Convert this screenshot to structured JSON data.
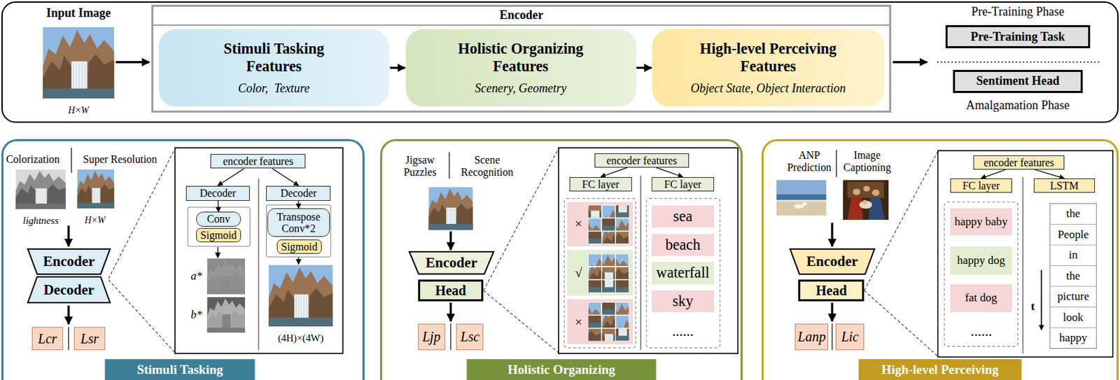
{
  "diagram": {
    "nodes": [
      {
        "text": [
          "Input Image",
          "H×W"
        ]
      },
      {
        "text": [
          "Encoder"
        ],
        "in": 0
      },
      {
        "text": [
          "Stimuli Tasking Features",
          "Color,  Texture"
        ],
        "in": 1
      },
      {
        "text": [
          "Holistic Organizing Features",
          "Scenery, Geometry"
        ],
        "in": 1
      },
      {
        "text": [
          "High-level Perceiving Features",
          "Object State, Object Interaction"
        ],
        "in": 1
      },
      {
        "text": [
          "Pre-Training Phase",
          "Pre-Training Task"
        ],
        "in": 0
      },
      {
        "text": [
          "Sentiment Head",
          "Amalgamation Phase"
        ],
        "in": 0
      },
      {
        "text": [
          "Stimuli Tasking"
        ]
      },
      {
        "text": [
          "Encoder"
        ],
        "in": 7
      },
      {
        "text": [
          "Decoder"
        ],
        "in": 7
      },
      {
        "text": [
          "Lcr"
        ],
        "in": 7
      },
      {
        "text": [
          "Lsr"
        ],
        "in": 7
      },
      {
        "text": [
          "encoder features"
        ],
        "in": 7
      },
      {
        "text": [
          "Decoder"
        ],
        "in": 7
      },
      {
        "text": [
          "Decoder"
        ],
        "in": 7
      },
      {
        "text": [
          "Conv"
        ],
        "in": 7
      },
      {
        "text": [
          "Sigmoid"
        ],
        "in": 7
      },
      {
        "text": [
          "Transpose Conv*2"
        ],
        "in": 7
      },
      {
        "text": [
          "Sigmoid"
        ],
        "in": 7
      },
      {
        "text": [
          "Holistic Organizing"
        ]
      },
      {
        "text": [
          "Encoder"
        ],
        "in": 19
      },
      {
        "text": [
          "Head"
        ],
        "in": 19
      },
      {
        "text": [
          "Ljp"
        ],
        "in": 19
      },
      {
        "text": [
          "Lsc"
        ],
        "in": 19
      },
      {
        "text": [
          "encoder features"
        ],
        "in": 19
      },
      {
        "text": [
          "FC layer"
        ],
        "in": 19
      },
      {
        "text": [
          "FC layer"
        ],
        "in": 19
      },
      {
        "text": [
          "sea"
        ],
        "in": 19
      },
      {
        "text": [
          "beach"
        ],
        "in": 19
      },
      {
        "text": [
          "waterfall"
        ],
        "in": 19
      },
      {
        "text": [
          "sky"
        ],
        "in": 19
      },
      {
        "text": [
          "High-level Perceiving"
        ]
      },
      {
        "text": [
          "Encoder"
        ],
        "in": 31
      },
      {
        "text": [
          "Head"
        ],
        "in": 31
      },
      {
        "text": [
          "Lanp"
        ],
        "in": 31
      },
      {
        "text": [
          "Lic"
        ],
        "in": 31
      },
      {
        "text": [
          "encoder features"
        ],
        "in": 31
      },
      {
        "text": [
          "FC layer"
        ],
        "in": 31
      },
      {
        "text": [
          "LSTM"
        ],
        "in": 31
      },
      {
        "text": [
          "happy baby"
        ],
        "in": 31
      },
      {
        "text": [
          "happy dog"
        ],
        "in": 31
      },
      {
        "text": [
          "fat dog"
        ],
        "in": 31
      }
    ],
    "edges": [
      {
        "from": 2,
        "to": 3,
        "arrow": "to"
      },
      {
        "from": 3,
        "to": 4,
        "arrow": "to"
      },
      {
        "from": 12,
        "to": 13,
        "arrow": "to"
      },
      {
        "from": 12,
        "to": 14,
        "arrow": "to"
      },
      {
        "from": 13,
        "to": 15,
        "arrow": "to"
      },
      {
        "from": 14,
        "to": 17,
        "arrow": "to"
      },
      {
        "from": 24,
        "to": 25,
        "arrow": "to"
      },
      {
        "from": 24,
        "to": 26,
        "arrow": "to"
      },
      {
        "from": 36,
        "to": 37,
        "arrow": "to"
      },
      {
        "from": 36,
        "to": 38,
        "arrow": "to"
      }
    ],
    "labels": [
      "Colorization",
      "Super Resolution",
      "lightness",
      "H×W",
      "a*",
      "b*",
      "(4H)×(4W)",
      "Jigsaw Puzzles",
      "Scene Recognition",
      "×",
      "√",
      "×",
      "......",
      "ANP Prediction",
      "Image Captioning",
      "......",
      "the",
      "People",
      "in",
      "the",
      "picture",
      "look",
      "happy",
      "t"
    ]
  }
}
